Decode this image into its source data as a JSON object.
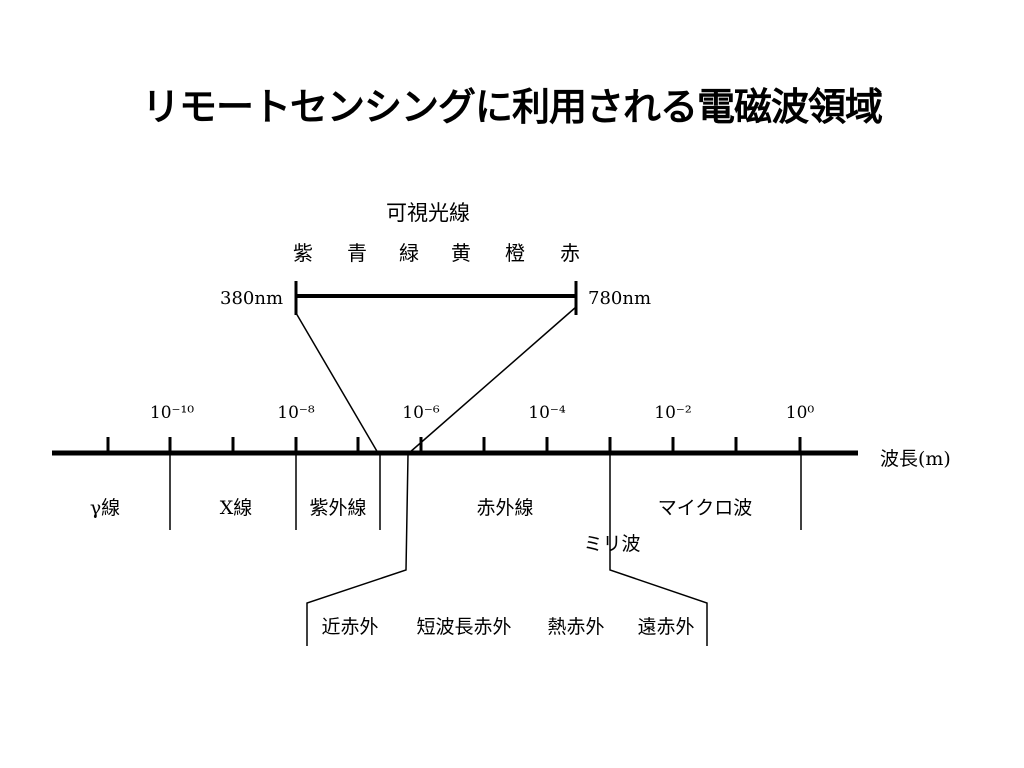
{
  "title": "リモートセンシングに利用される電磁波領域",
  "visible": {
    "heading": "可視光線",
    "colors": [
      "紫",
      "青",
      "緑",
      "黄",
      "橙",
      "赤"
    ],
    "min_label": "380nm",
    "max_label": "780nm"
  },
  "axis": {
    "label": "波長(m)",
    "tick_labels": [
      "10⁻¹⁰",
      "10⁻⁸",
      "10⁻⁶",
      "10⁻⁴",
      "10⁻²",
      "10⁰"
    ]
  },
  "bands": [
    "γ線",
    "X線",
    "紫外線",
    "赤外線",
    "マイクロ波"
  ],
  "millimeter_label": "ミリ波",
  "infrared_sub": [
    "近赤外",
    "短波長赤外",
    "熱赤外",
    "遠赤外"
  ]
}
